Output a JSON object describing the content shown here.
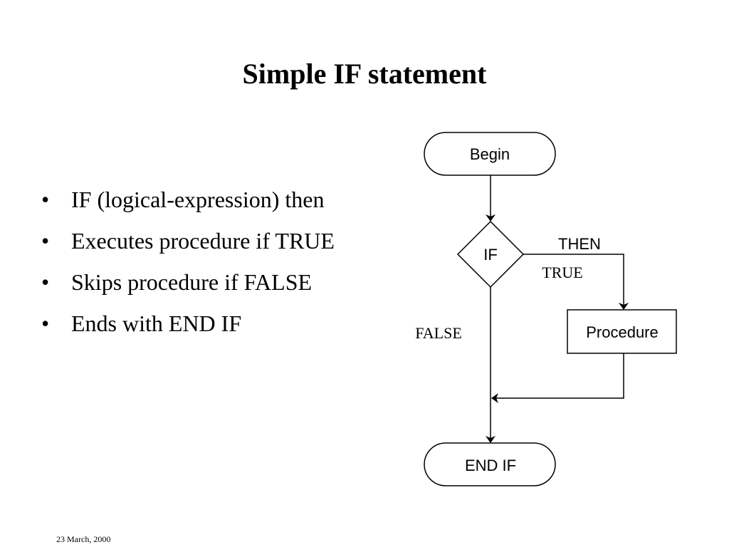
{
  "title": "Simple IF statement",
  "bullets": [
    "IF (logical-expression) then",
    "Executes procedure if TRUE",
    "Skips procedure if FALSE",
    "Ends with END IF"
  ],
  "flowchart": {
    "begin": "Begin",
    "decision": "IF",
    "then_label": "THEN",
    "true_label": "TRUE",
    "false_label": "FALSE",
    "procedure": "Procedure",
    "end": "END IF"
  },
  "footer": {
    "date": "23 March, 2000"
  }
}
